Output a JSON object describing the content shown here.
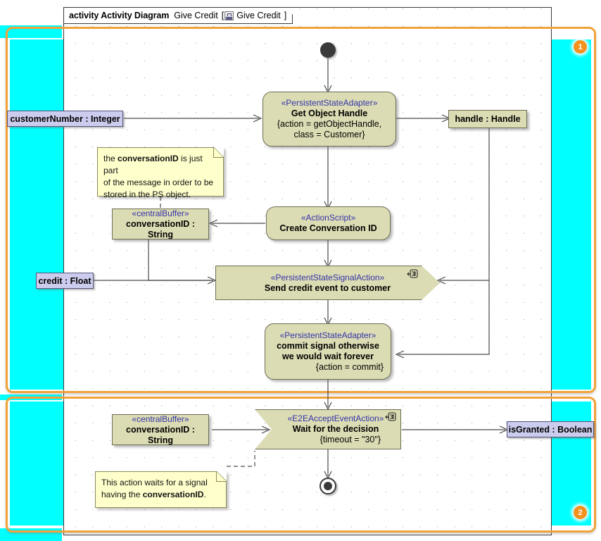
{
  "frame": {
    "keyword": "activity Activity Diagram",
    "name": "Give Credit",
    "bracket_open": "[",
    "icon": "activity-diagram-icon",
    "context": "Give Credit",
    "bracket_close": "]"
  },
  "partitions": [
    {
      "badge": "1"
    },
    {
      "badge": "2"
    }
  ],
  "colors": {
    "partition_border": "#f0a33a",
    "badge": "#f3921e",
    "swimlane_band": "#00ffff",
    "action_fill": "#dcdcb4",
    "pin_fill": "#ccccee",
    "note_fill": "#ffffcc",
    "stereotype_text": "#3333aa"
  },
  "nodes": {
    "initial": {
      "name": "initial-node"
    },
    "get_object_handle": {
      "stereotype": "«PersistentStateAdapter»",
      "name": "Get Object Handle",
      "props_line1": "{action = getObjectHandle,",
      "props_line2": "class = Customer}"
    },
    "create_conversation_id": {
      "stereotype": "«ActionScript»",
      "name": "Create Conversation ID"
    },
    "send_credit_event": {
      "stereotype": "«PersistentStateSignalAction»",
      "name": "Send credit event to customer"
    },
    "commit_signal": {
      "stereotype": "«PersistentStateAdapter»",
      "name_line1": "commit signal otherwise",
      "name_line2": "we would wait forever",
      "props": "{action = commit}"
    },
    "wait_for_decision": {
      "stereotype": "«E2EAcceptEventAction»",
      "name": "Wait for the decision",
      "props": "{timeout = \"30\"}"
    },
    "final": {
      "name": "activity-final-node"
    }
  },
  "object_nodes": {
    "customer_number_pin": "customerNumber : Integer",
    "handle": "handle : Handle",
    "conversation_buffer_upper": {
      "stereotype": "«centralBuffer»",
      "name": "conversationID : String"
    },
    "credit_pin": "credit : Float",
    "conversation_buffer_lower": {
      "stereotype": "«centralBuffer»",
      "name": "conversationID : String"
    },
    "is_granted_pin": "isGranted : Boolean"
  },
  "notes": {
    "conversation_note": {
      "l1_pre": "the ",
      "l1_bold": "conversationID",
      "l1_post": " is just part",
      "l2": "of the message in order to be",
      "l3": "stored in the PS object."
    },
    "signal_note": {
      "l1": "This action waits for a signal",
      "l2_pre": "having the ",
      "l2_bold": "conversationID",
      "l2_post": "."
    }
  }
}
